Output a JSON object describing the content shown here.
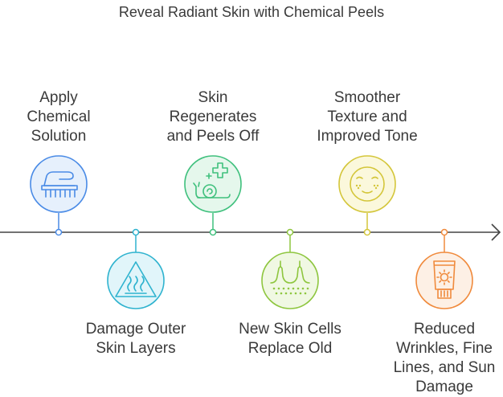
{
  "title": "Reveal Radiant Skin with Chemical Peels",
  "steps": [
    {
      "lines": [
        "Apply",
        "Chemical",
        "Solution"
      ],
      "icon": "hand-applying-icon",
      "color": "#4a8be6",
      "fill": "#e6f0fc",
      "position": "above"
    },
    {
      "lines": [
        "Damage Outer",
        "Skin Layers"
      ],
      "icon": "warning-heat-icon",
      "color": "#2fb3cf",
      "fill": "#e1f5fa",
      "position": "below"
    },
    {
      "lines": [
        "Skin",
        "Regenerates",
        "and Peels Off"
      ],
      "icon": "snail-healing-icon",
      "color": "#3fc07d",
      "fill": "#e5f7ec",
      "position": "above"
    },
    {
      "lines": [
        "New Skin Cells",
        "Replace Old"
      ],
      "icon": "skin-cells-icon",
      "color": "#8ec63f",
      "fill": "#f0f8e3",
      "position": "below"
    },
    {
      "lines": [
        "Smoother",
        "Texture and",
        "Improved Tone"
      ],
      "icon": "happy-face-icon",
      "color": "#d4c63a",
      "fill": "#fbf8dc",
      "position": "above"
    },
    {
      "lines": [
        "Reduced",
        "Wrinkles, Fine",
        "Lines, and Sun",
        "Damage"
      ],
      "icon": "sunscreen-tube-icon",
      "color": "#f08a3c",
      "fill": "#fdf0e5",
      "position": "below"
    }
  ]
}
